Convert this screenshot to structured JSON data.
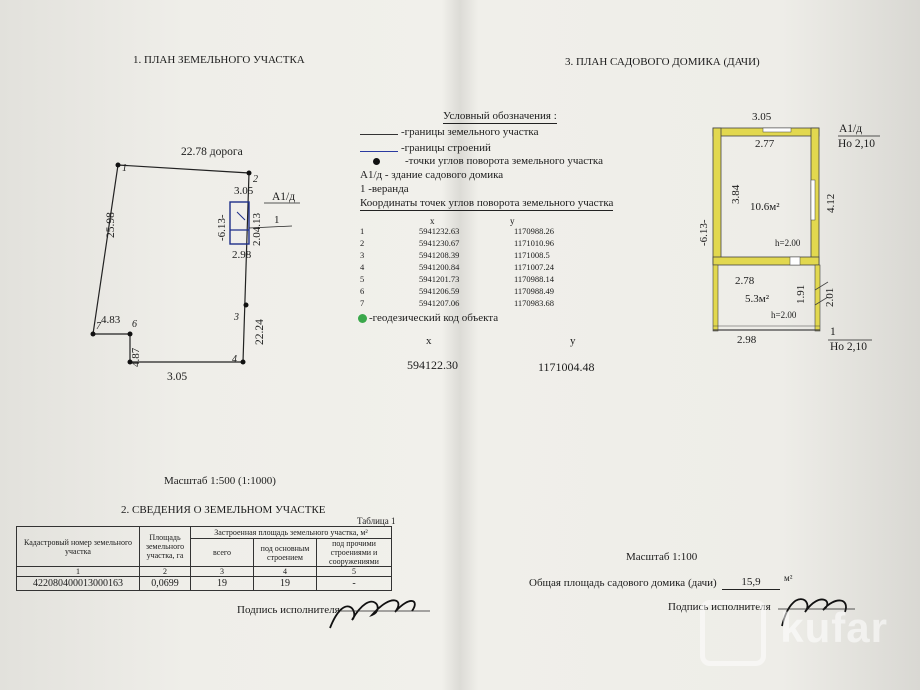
{
  "section1": {
    "title": "1. ПЛАН    ЗЕМЕЛЬНОГО    УЧАСТКА",
    "plot": {
      "top_label": "22.78  дорога",
      "left_label": "25.98",
      "right_label": "22.24",
      "bottom_label": "3.05",
      "step_h": "4.83",
      "step_v": "4.87",
      "house_top": "3.05",
      "house_left": "-6.13-",
      "house_right": "2.04.13",
      "house_bottom": "2.98",
      "house_tag": "А1/д",
      "veranda_tag": "1",
      "corner_1": "1",
      "corner_2": "2",
      "corner_3": "3",
      "corner_4": "4",
      "corner_6": "6",
      "corner_7": "7"
    },
    "scale": "Масштаб 1:500 (1:1000)"
  },
  "legend": {
    "title": "Условный обозначения :",
    "items": [
      "-границы земельного участка",
      "-границы строений",
      "-точки углов поворота земельного участка",
      "А1/д - здание садового домика",
      "1        -веранда"
    ],
    "coords_title": "Координаты точек углов поворота земельного участка",
    "col_x": "x",
    "col_y": "y",
    "rows": [
      {
        "n": "1",
        "x": "5941232.63",
        "y": "1170988.26"
      },
      {
        "n": "2",
        "x": "5941230.67",
        "y": "1171010.96"
      },
      {
        "n": "3",
        "x": "5941208.39",
        "y": "1171008.5"
      },
      {
        "n": "4",
        "x": "5941200.84",
        "y": "1171007.24"
      },
      {
        "n": "5",
        "x": "5941201.73",
        "y": "1170988.14"
      },
      {
        "n": "6",
        "x": "5941206.59",
        "y": "1170988.49"
      },
      {
        "n": "7",
        "x": "5941207.06",
        "y": "1170983.68"
      }
    ],
    "geo_label": "-геодезический код объекта",
    "geo_x_label": "x",
    "geo_y_label": "y",
    "geo_x": "594122.30",
    "geo_y": "1171004.48"
  },
  "section3": {
    "title": "3. ПЛАН САДОВОГО ДОМИКА (ДАЧИ)",
    "top": "3.05",
    "inner_top": "2.77",
    "left_outer": "-6.13-",
    "room1_h": "3.84",
    "room1_area": "10.6м²",
    "right_412": "4.12",
    "h1": "h=2.00",
    "mid": "2.78",
    "room2_area": "5.3м²",
    "v191": "1.91",
    "h2": "h=2.00",
    "v201": "2.01",
    "bottom": "2.98",
    "tag_top": "А1/д",
    "tag_top_sub": "Но 2,10",
    "tag_bottom": "1",
    "tag_bottom_sub": "Но 2,10",
    "scale": "Масштаб 1:100",
    "area_label": "Общая площадь садового домика (дачи)",
    "area_value": "15,9",
    "area_unit": "м²",
    "signature_label": "Подпись исполнителя"
  },
  "section2": {
    "title": "2. СВЕДЕНИЯ  О ЗЕМЕЛЬНОМ УЧАСТКЕ",
    "table_label": "Таблица 1",
    "h_cadastral": "Кадастровый номер земельного участка",
    "h_area": "Площадь земельного участка, га",
    "h_built": "Застроенная площадь земельного участка, м²",
    "h_total": "всего",
    "h_main": "под основным строением",
    "h_other": "под прочими строениями и сооружениями",
    "n1": "1",
    "n2": "2",
    "n3": "3",
    "n4": "4",
    "n5": "5",
    "v_cadastral": "422080400013000163",
    "v_area": "0,0699",
    "v_total": "19",
    "v_main": "19",
    "v_other": "-",
    "signature_label": "Подпись исполнителя"
  },
  "watermark": "kufar"
}
